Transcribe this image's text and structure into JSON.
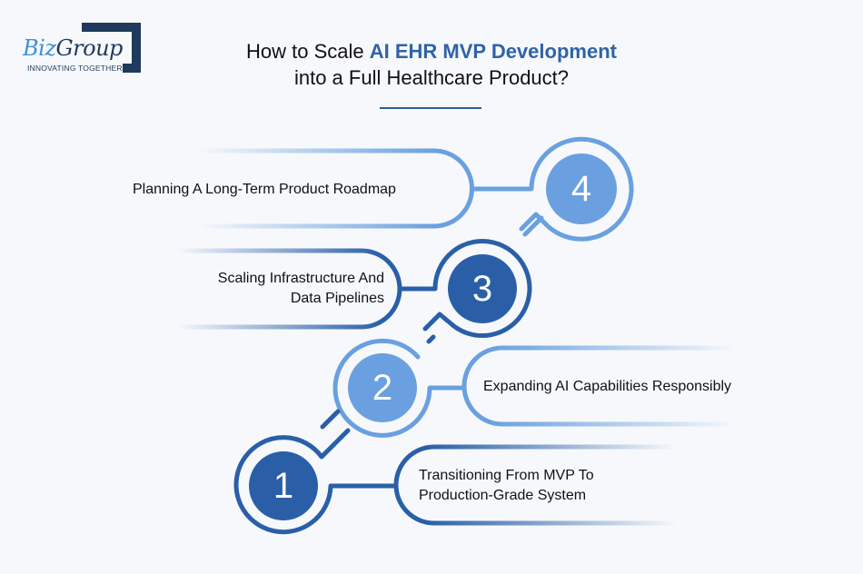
{
  "logo": {
    "brand_prefix": "Biz",
    "brand_suffix": "Group",
    "tagline": "INNOVATING TOGETHER"
  },
  "header": {
    "title_part1": "How to Scale ",
    "title_highlight": "AI EHR MVP Development",
    "title_line2": "into a Full Healthcare Product?"
  },
  "steps": [
    {
      "number": "1",
      "label_line1": "Transitioning From MVP To",
      "label_line2": "Production-Grade System",
      "color": "#2a5fa8"
    },
    {
      "number": "2",
      "label_line1": "Expanding AI Capabilities Responsibly",
      "label_line2": "",
      "color": "#6aa0e0"
    },
    {
      "number": "3",
      "label_line1": "Scaling Infrastructure And",
      "label_line2": "Data Pipelines",
      "color": "#2a5fa8"
    },
    {
      "number": "4",
      "label_line1": "Planning A Long-Term Product Roadmap",
      "label_line2": "",
      "color": "#6aa0e0"
    }
  ],
  "colors": {
    "background": "#f6f8fb",
    "dark_blue": "#2a5fa8",
    "light_blue": "#6aa0e0",
    "title_accent": "#2f63a8",
    "rule": "#2f5f8f"
  }
}
